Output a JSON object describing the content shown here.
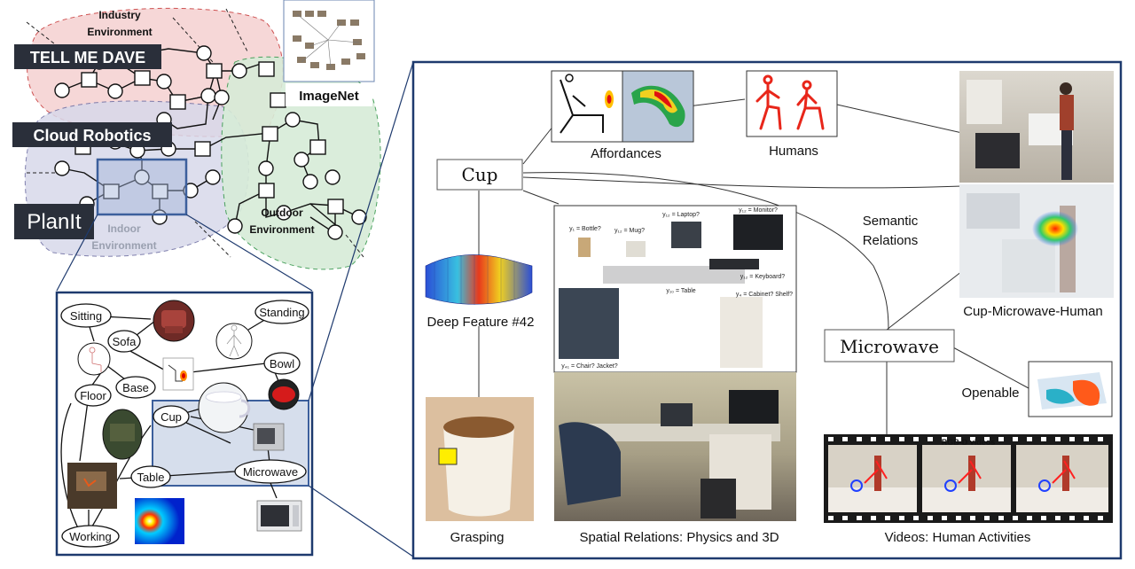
{
  "colors": {
    "navy": "#1e3a6e",
    "industry": "#f6d3d3",
    "cloud": "#d8d9ea",
    "outdoor": "#d7ecd8",
    "indoor": "#c5cfe0",
    "label_box": "#2a2f3a"
  },
  "overview": {
    "industry_line1": "Industry",
    "industry_line2": "Environment",
    "tell_me_dave": "TELL ME DAVE",
    "cloud_robotics": "Cloud Robotics",
    "planit": "PlanIt",
    "indoor_line1": "Indoor",
    "indoor_line2": "Environment",
    "outdoor_line1": "Outdoor",
    "outdoor_line2": "Environment",
    "imagenet": "ImageNet"
  },
  "env_graph": {
    "nodes": [
      "Sitting",
      "Standing",
      "Sofa",
      "Base",
      "Floor",
      "Bowl",
      "Cup",
      "Microwave",
      "Table",
      "Working"
    ]
  },
  "detail": {
    "cup": "Cup",
    "microwave": "Microwave",
    "affordances": "Affordances",
    "humans": "Humans",
    "semantic_line1": "Semantic",
    "semantic_line2": "Relations",
    "cup_microwave_human": "Cup-Microwave-Human",
    "openable": "Openable",
    "deep_feature": "Deep Feature #42",
    "grasping": "Grasping",
    "spatial": "Spatial Relations: Physics and 3D",
    "videos": "Videos: Human Activities",
    "rgbd": "RGB-D videos",
    "spatial_labels": {
      "bottle": "y₁ = Bottle?",
      "mug": "y₁₂ = Mug?",
      "laptop": "y₁₂ = Laptop?",
      "monitor": "y₁₂ = Monitor?",
      "keyboard": "y₁₂ = Keyboard?",
      "table": "y₁₀ = Table",
      "cabinet": "y₄ = Cabinet? Shelf?",
      "chair": "y₄₁ = Chair? Jacket?"
    }
  }
}
